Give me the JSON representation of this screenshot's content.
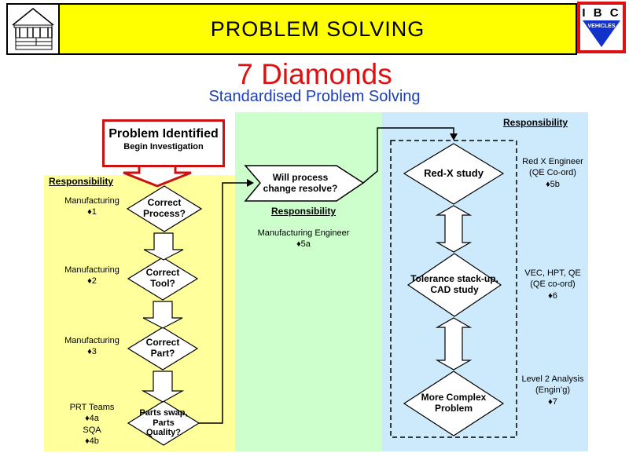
{
  "banner": {
    "title": "PROBLEM SOLVING"
  },
  "logo_ibc": {
    "top": "I B C",
    "bottom": "VEHICLES"
  },
  "heading": {
    "title": "7 Diamonds",
    "subtitle": "Standardised Problem Solving"
  },
  "start_box": {
    "line1": "Problem Identified",
    "line2": "Begin Investigation"
  },
  "yellow": {
    "responsibility": "Responsibility",
    "labels": [
      "Manufacturing\n♦1",
      "Manufacturing\n♦2",
      "Manufacturing\n♦3",
      "PRT Teams\n♦4a\nSQA\n♦4b"
    ],
    "diamonds": [
      "Correct\nProcess?",
      "Correct\nTool?",
      "Correct\nPart?",
      "Parts swap,\nParts\nQuality?"
    ]
  },
  "green": {
    "hexagon": "Will process\nchange resolve?",
    "responsibility": "Responsibility",
    "label": "Manufacturing Engineer\n♦5a"
  },
  "blue": {
    "responsibility": "Responsibility",
    "diamonds": [
      "Red-X study",
      "Tolerance stack-up,\nCAD study",
      "More Complex\nProblem"
    ],
    "labels": [
      "Red X Engineer\n(QE Co-ord)\n♦5b",
      "VEC, HPT, QE\n(QE co-ord)\n♦6",
      "Level 2 Analysis\n(Engin’g)\n♦7"
    ]
  },
  "colors": {
    "banner_yellow": "#FFFF00",
    "panel_yellow": "#FFFF9B",
    "panel_green": "#CCFFCC",
    "panel_blue": "#CCEAFC",
    "accent_red": "#CC1111",
    "title_red": "#DD1111",
    "subtitle_blue": "#1B3EB8",
    "ibc_blue": "#1133CC"
  }
}
